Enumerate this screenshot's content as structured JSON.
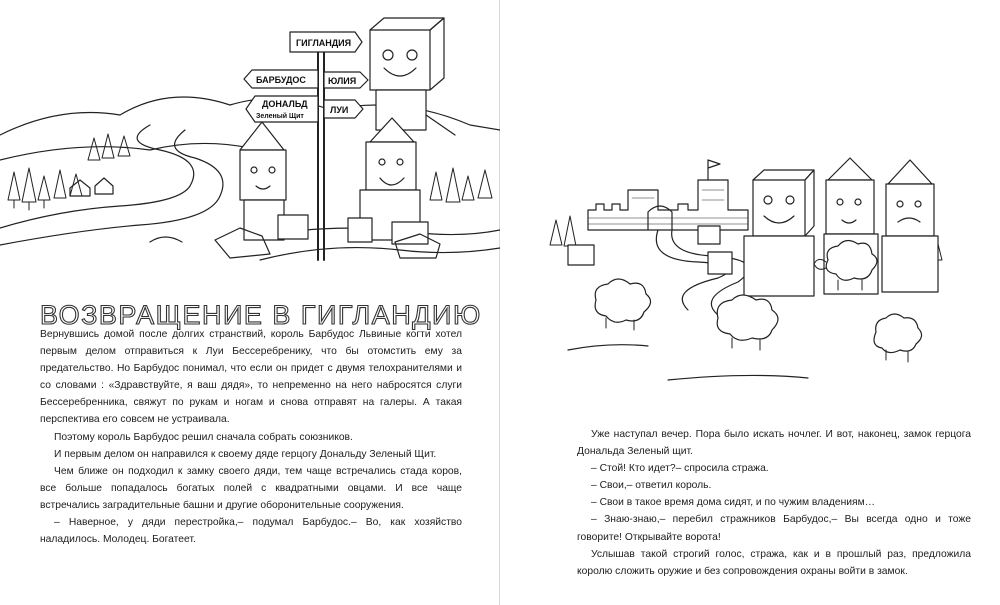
{
  "chapter": {
    "title": "ВОЗВРАЩЕНИЕ В ГИГЛАНДИЮ"
  },
  "illustration_left": {
    "signs": [
      "ГИГЛАНДИЯ",
      "БАРБУДОС",
      "ЮЛИЯ",
      "ДОНАЛЬД",
      "Зеленый Щит",
      "ЛУИ"
    ]
  },
  "page_left": {
    "paragraphs": [
      "Вернувшись домой после долгих странствий, король Барбудос Львиные когти хотел первым делом отправиться к Луи Бессеребренику, что бы отомстить ему за предательство. Но Барбудос понимал, что если он придет с двумя телохранителями и со словами : «Здравствуйте, я ваш дядя», то непременно на него набросятся слуги Бессеребренника, свяжут по рукам и ногам и снова отправят на галеры. А такая перспектива его совсем не устраивала.",
      "Поэтому король Барбудос решил сначала собрать союзников.",
      "И первым делом он направился к своему дяде герцогу Дональду Зеленый Щит.",
      "Чем ближе он подходил к замку своего дяди, тем чаще встречались стада коров, все больше попадалось богатых полей с квадратными овцами. И все чаще встречались заградительные башни и другие оборонительные сооружения.",
      "– Наверное, у дяди перестройка,– подумал Барбудос.– Во, как хозяйство наладилось. Молодец. Богатеет."
    ]
  },
  "page_right": {
    "paragraphs": [
      "Уже наступал вечер. Пора было искать ночлег. И вот, наконец, замок герцога Дональда Зеленый щит.",
      "– Стой! Кто идет?– спросила стража.",
      "– Свои,– ответил король.",
      "– Свои в такое время дома сидят, и по чужим владениям…",
      "– Знаю-знаю,– перебил стражников Барбудос,– Вы всегда одно и тоже говорите! Открывайте ворота!",
      "Услышав такой строгий голос, стража, как и в прошлый раз, предложила королю сложить оружие и без сопровождения охраны войти в замок."
    ]
  }
}
